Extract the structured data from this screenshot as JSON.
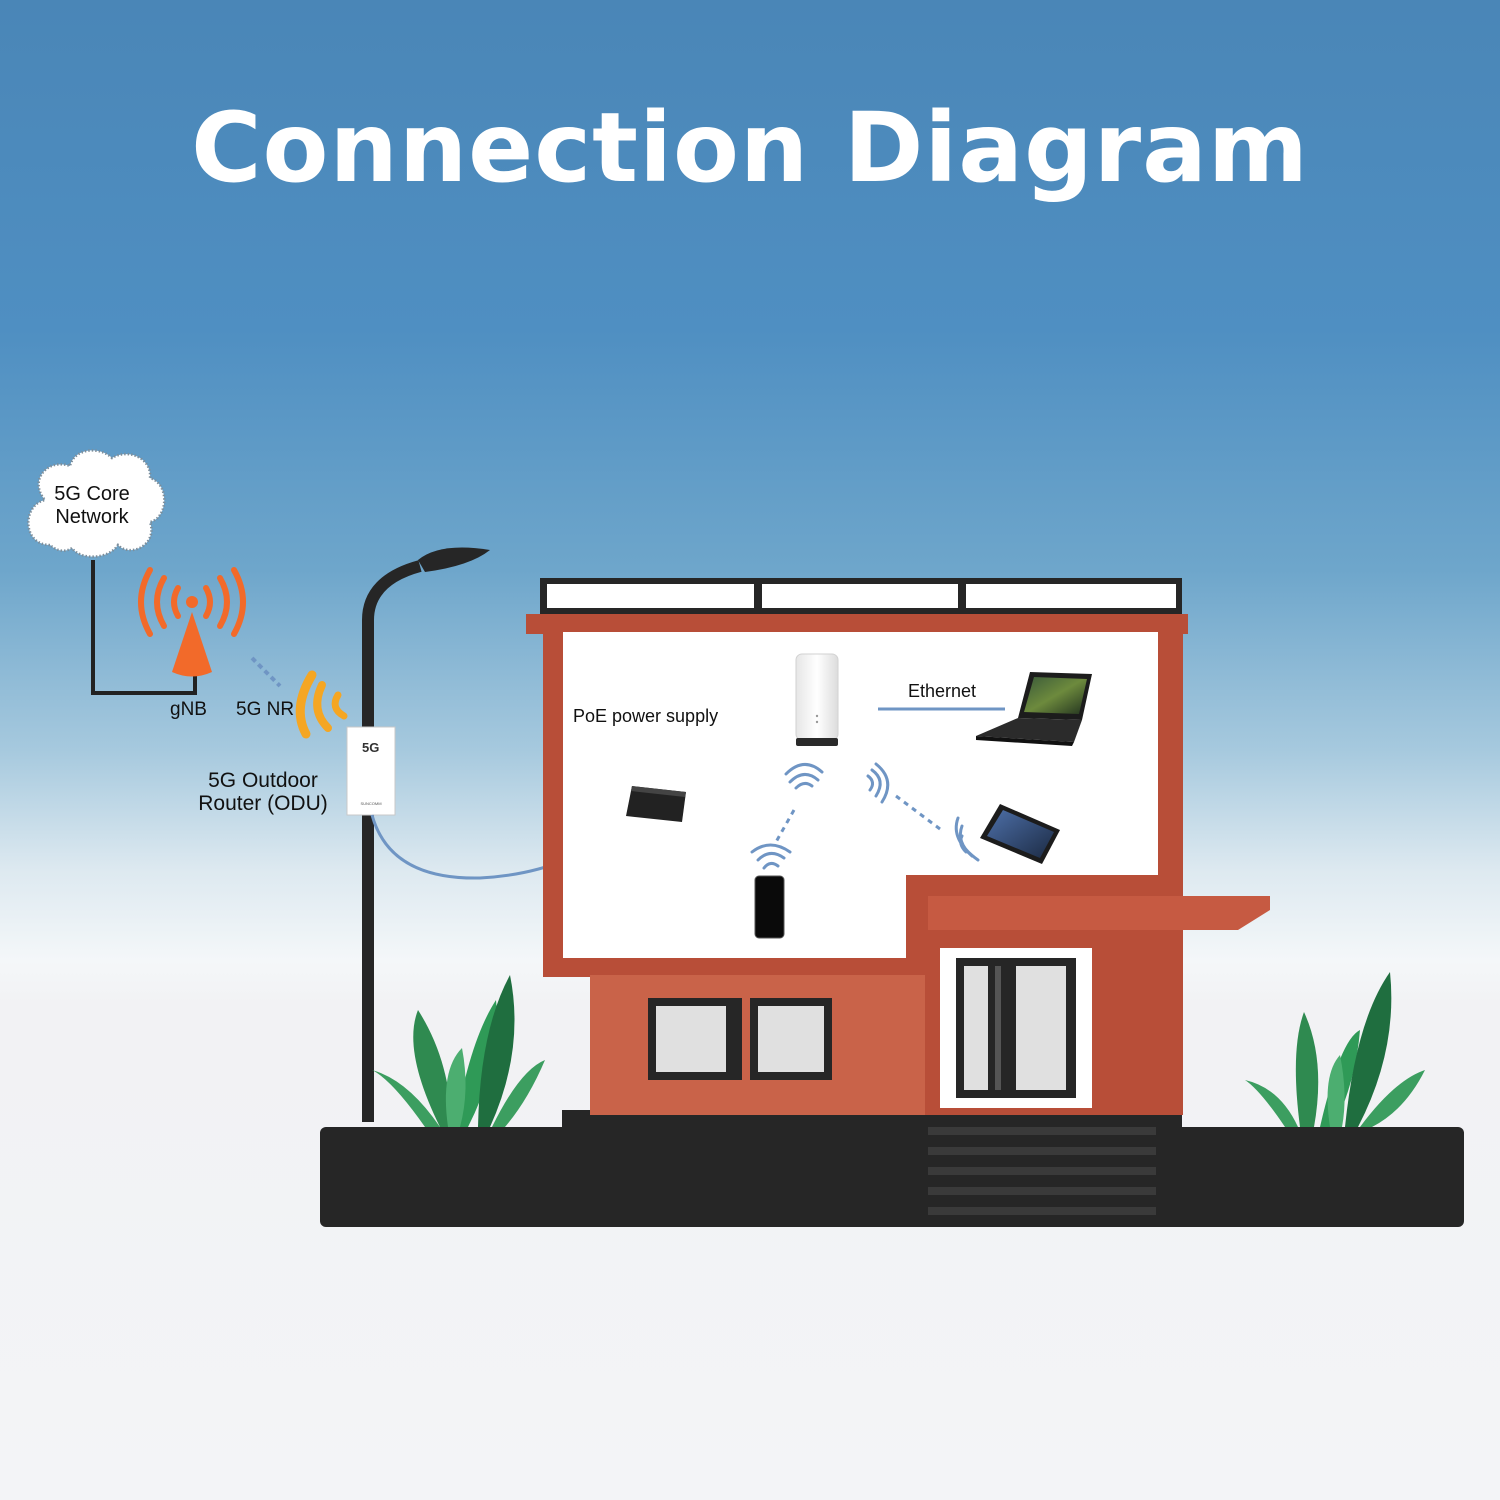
{
  "title": "Connection Diagram",
  "labels": {
    "core_network_line1": "5G Core",
    "core_network_line2": "Network",
    "gnb": "gNB",
    "nr": "5G NR",
    "odu_line1": "5G Outdoor",
    "odu_line2": "Router (ODU)",
    "poe": "PoE power supply",
    "ethernet": "Ethernet"
  },
  "device_marks": {
    "odu_logo": "5G",
    "odu_brand": "SUNCOMM"
  },
  "colors": {
    "sky_top": "#4a86b7",
    "tower": "#f26a2a",
    "nr_signal": "#f5a623",
    "cable": "#6f95c4",
    "house_brick": "#b84e38",
    "plant": "#2f9a57",
    "ground": "#262626"
  },
  "icons": [
    "cloud-icon",
    "cell-tower-icon",
    "wifi-signal-icon",
    "street-lamp-icon",
    "outdoor-router-icon",
    "indoor-router-icon",
    "poe-injector-icon",
    "laptop-icon",
    "tablet-icon",
    "smartphone-icon",
    "plant-icon",
    "house-icon"
  ]
}
